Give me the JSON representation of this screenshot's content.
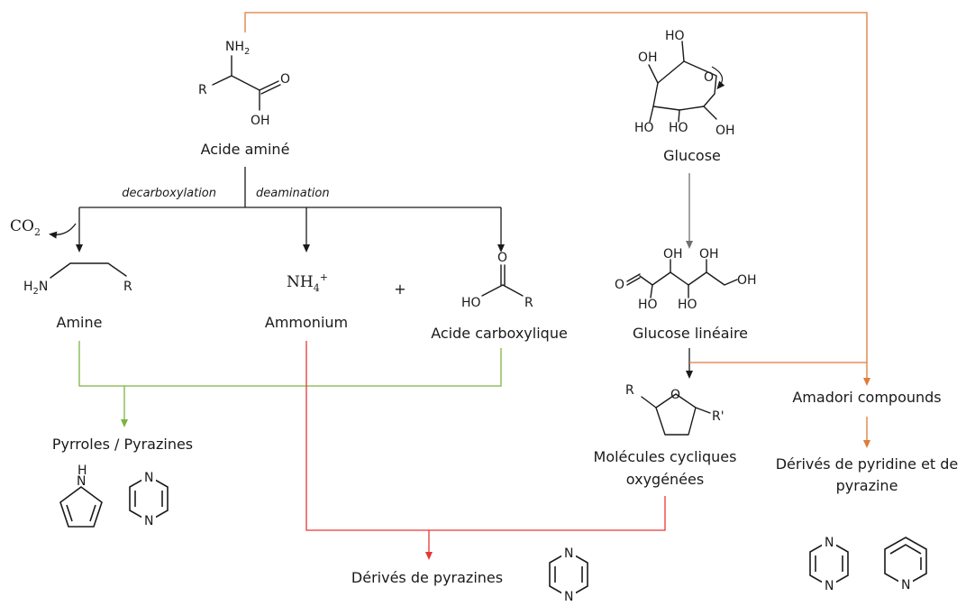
{
  "amino_acid": {
    "name": "Acide aminé",
    "nh2": "NH",
    "nh2_sub": "2",
    "r": "R",
    "o": "O",
    "oh": "OH"
  },
  "glucose": {
    "name": "Glucose",
    "ho_top": "HO",
    "oh_left": "OH",
    "o_ring": "O",
    "ho_bl": "HO",
    "ho_bm": "HO",
    "oh_br": "OH"
  },
  "glucose_linear": {
    "name": "Glucose linéaire",
    "o": "O",
    "oh1": "OH",
    "oh2": "OH",
    "oh_end": "OH",
    "ho1": "HO",
    "ho2": "HO"
  },
  "reactions": {
    "decarboxylation": "decarboxylation",
    "deamination": "deamination",
    "co2": "CO",
    "co2_sub": "2",
    "plus": "+"
  },
  "amine": {
    "name": "Amine",
    "h2n": "H",
    "h2n_sub": "2",
    "n": "N",
    "r": "R"
  },
  "ammonium": {
    "name": "Ammonium",
    "formula": "NH",
    "sub": "4",
    "sup": "+"
  },
  "carboxylic": {
    "name": "Acide carboxylique",
    "o": "O",
    "ho": "HO",
    "r": "R"
  },
  "pyrroles": {
    "name": "Pyrroles / Pyrazines",
    "h": "H",
    "n": "N"
  },
  "cyclic": {
    "name_line1": "Molécules cycliques",
    "name_line2": "oxygénées",
    "r": "R",
    "o": "O",
    "r_prime": "R'"
  },
  "amadori": {
    "name": "Amadori compounds"
  },
  "pyridine_derivs": {
    "name_line1": "Dérivés de pyridine et de",
    "name_line2": "pyrazine",
    "n": "N"
  },
  "pyrazine_derivs": {
    "name": "Dérivés de pyrazines",
    "n": "N"
  },
  "colors": {
    "black": "#1a1a1a",
    "gray": "#6f6f6f",
    "green": "#7cb342",
    "red": "#e53935",
    "orange": "#e07b39"
  }
}
